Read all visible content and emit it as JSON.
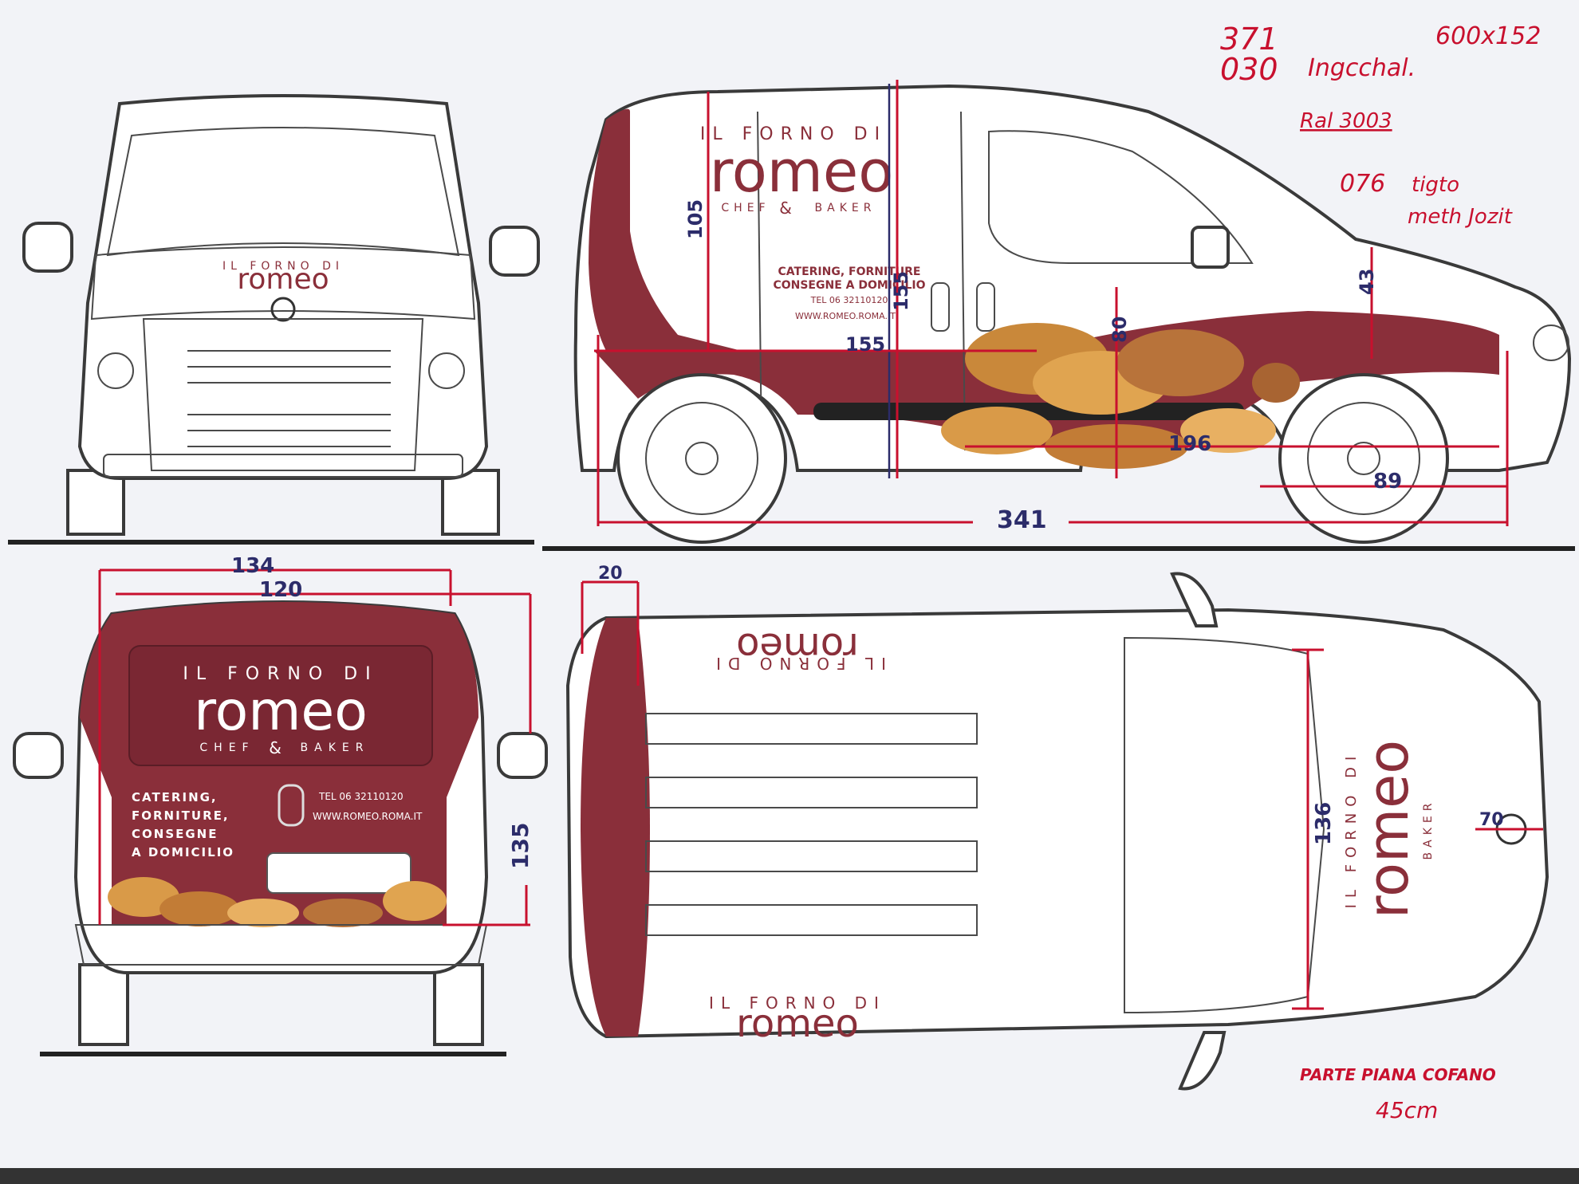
{
  "notes": {
    "line1": "371",
    "line2": "030",
    "line2_word": "Ingcchal.",
    "line3": "Ral 3003",
    "size": "600x152",
    "line4": "076",
    "line4_word": "tigto",
    "line5": "meth Jozit",
    "hood_note_1": "PARTE PIANA COFANO",
    "hood_note_2": "45cm"
  },
  "dimensions": {
    "side": {
      "d105": "105",
      "d155v": "155",
      "d155h": "155",
      "d80": "80",
      "d43": "43",
      "d196": "196",
      "d89": "89",
      "d341": "341"
    },
    "rear": {
      "d134": "134",
      "d120": "120",
      "d135": "135"
    },
    "top": {
      "d20": "20",
      "d136": "136",
      "d70": "70"
    }
  },
  "branding": {
    "pre": "IL FORNO DI",
    "name": "romeo",
    "sub_left": "CHEF",
    "sub_amp": "&",
    "sub_right": "BAKER",
    "services_1": "CATERING, FORNITURE",
    "services_2": "CONSEGNE A DOMICILIO",
    "tel": "TEL 06 32110120",
    "web": "WWW.ROMEO.ROMA.IT",
    "rear_services": [
      "CATERING,",
      "FORNITURE,",
      "CONSEGNE",
      "A DOMICILIO"
    ]
  },
  "colors": {
    "maroon": "#8a2f3a",
    "annotation_red": "#c8102e",
    "dimension_blue": "#2c2c6a"
  }
}
